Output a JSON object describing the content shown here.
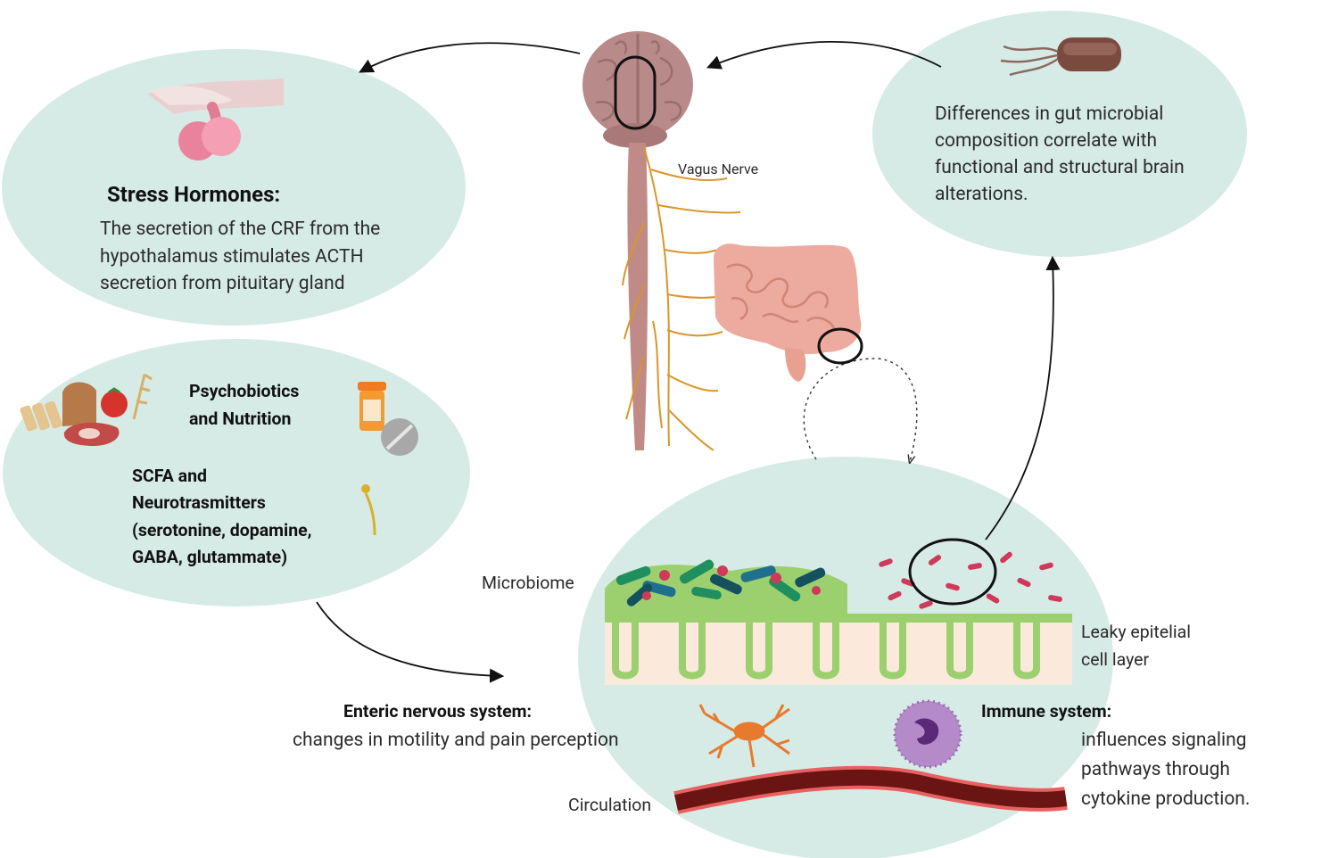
{
  "stress": {
    "title": "Stress Hormones:",
    "lines": [
      "The secretion of the CRF from the",
      "hypothalamus stimulates ACTH",
      "secretion from pituitary gland"
    ]
  },
  "microbial": {
    "lines": [
      "Differences in gut microbial",
      "composition correlate with",
      "functional and structural brain",
      "alterations."
    ]
  },
  "vagus": {
    "label": "Vagus Nerve"
  },
  "nutrition": {
    "title_lines": [
      "Psychobiotics",
      "and Nutrition"
    ],
    "scfa_lines": [
      "SCFA and",
      "Neurotrasmitters",
      "(serotonine, dopamine,",
      "GABA, glutammate)"
    ]
  },
  "gut": {
    "microbiome_label": "Microbiome",
    "leaky_lines": [
      "Leaky epitelial",
      "cell layer"
    ],
    "enteric_title": "Enteric nervous system:",
    "enteric_text": "changes in motility and pain perception",
    "immune_title": "Immune system:",
    "immune_lines": [
      "influences signaling",
      "pathways through",
      "cytokine production."
    ],
    "circulation_label": "Circulation"
  },
  "colors": {
    "bubble": "#d6ebe6",
    "brain": "#b98a8a",
    "nerve": "#d9962a",
    "intestine": "#ecab9e",
    "bacteria_green": "#1f8f5f",
    "bacteria_teal": "#1f6f8f",
    "bacteria_pink": "#cf3a5a",
    "vessel": "#6a1414"
  }
}
